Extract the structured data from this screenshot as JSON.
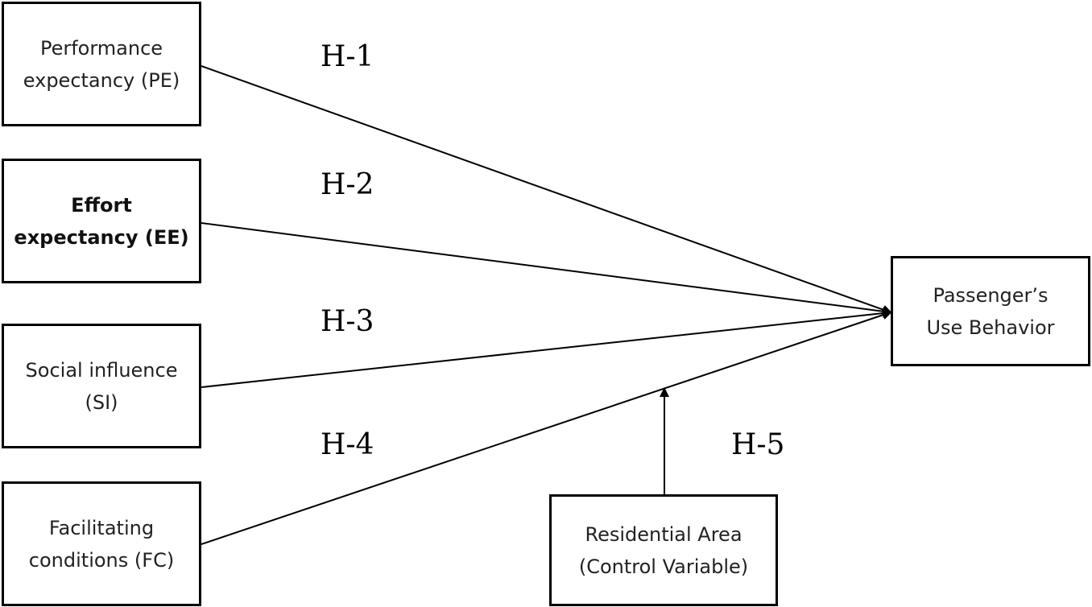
{
  "constructs": {
    "pe": {
      "line1": "Performance",
      "line2": "expectancy (PE)"
    },
    "ee": {
      "line1": "Effort",
      "line2": "expectancy (EE)"
    },
    "si": {
      "line1": "Social influence",
      "line2": "(SI)"
    },
    "fc": {
      "line1": "Facilitating",
      "line2": "conditions (FC)"
    },
    "outcome": {
      "line1": "Passenger’s",
      "line2": "Use Behavior"
    },
    "control": {
      "line1": "Residential Area",
      "line2": "(Control Variable)"
    }
  },
  "hypotheses": {
    "h1": "H-1",
    "h2": "H-2",
    "h3": "H-3",
    "h4": "H-4",
    "h5": "H-5"
  },
  "colors": {
    "stroke": "#000000",
    "text": "#222222",
    "background": "#ffffff"
  }
}
